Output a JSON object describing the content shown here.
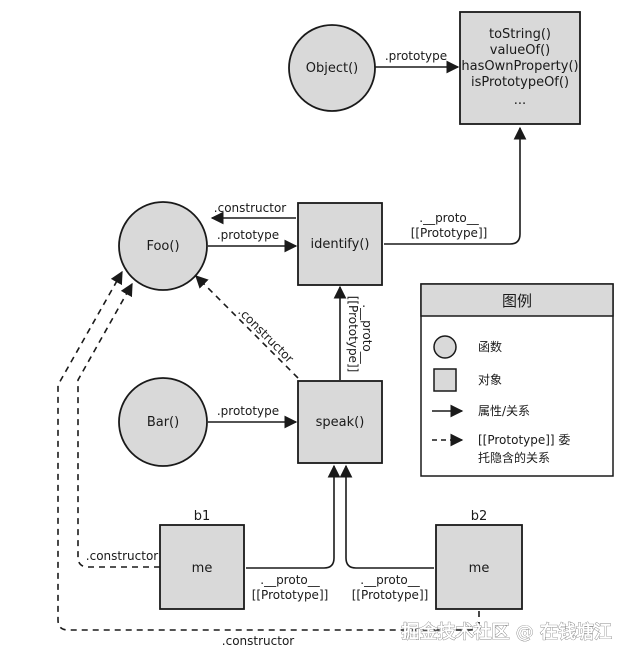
{
  "nodes": {
    "object": {
      "label": "Object()"
    },
    "object_proto": {
      "lines": [
        "toString()",
        "valueOf()",
        "hasOwnProperty()",
        "isPrototypeOf()",
        "..."
      ]
    },
    "foo": {
      "label": "Foo()"
    },
    "identify": {
      "label": "identify()"
    },
    "bar": {
      "label": "Bar()"
    },
    "speak": {
      "label": "speak()"
    },
    "b1": {
      "title": "b1",
      "label": "me"
    },
    "b2": {
      "title": "b2",
      "label": "me"
    }
  },
  "edges": {
    "object_prototype": ".prototype",
    "identify_constructor": ".constructor",
    "foo_prototype": ".prototype",
    "identify_proto_line1": ".__proto__",
    "identify_proto_line2": "[[Prototype]]",
    "speak_proto_line1": ".__proto__",
    "speak_proto_line2": "[[Prototype]]",
    "speak_constructor": ".constructor",
    "bar_prototype": ".prototype",
    "b1_constructor": ".constructor",
    "b1_proto_line1": ".__proto__",
    "b1_proto_line2": "[[Prototype]]",
    "b2_proto_line1": ".__proto__",
    "b2_proto_line2": "[[Prototype]]",
    "b2_constructor": ".constructor"
  },
  "legend": {
    "title": "图例",
    "function": "函数",
    "object": "对象",
    "property_relation": "属性/关系",
    "delegation_line1": "[[Prototype]] 委",
    "delegation_line2": "托隐含的关系"
  },
  "watermark": "掘金技术社区 @ 在钱塘江",
  "colors": {
    "fill": "#d9d9d9",
    "stroke": "#1a1a1a",
    "background": "#ffffff"
  }
}
